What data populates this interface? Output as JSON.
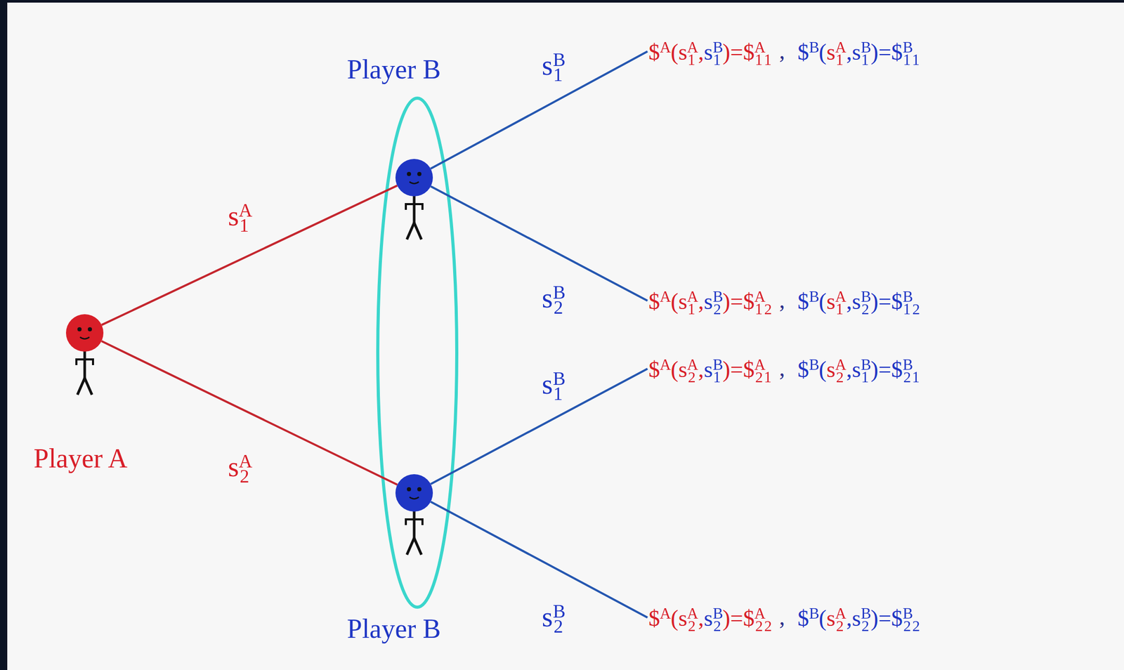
{
  "diagram": {
    "nodes": [
      {
        "text": [
          "Player A"
        ]
      },
      {
        "text": [
          "Player B"
        ]
      },
      {
        "text": [
          "Player B"
        ]
      },
      {
        "text": [
          "$ᴬ(s₁ᴬ,s₁ᴮ)=$ᴬ₁₁",
          ",",
          "$ᴮ(s₁ᴬ,s₁ᴮ)=$ᴮ₁₁"
        ]
      },
      {
        "text": [
          "$ᴬ(s₁ᴬ,s₂ᴮ)=$ᴬ₁₂",
          ",",
          "$ᴮ(s₁ᴬ,s₂ᴮ)=$ᴮ₁₂"
        ]
      },
      {
        "text": [
          "$ᴬ(s₂ᴬ,s₁ᴮ)=$ᴬ₂₁",
          ",",
          "$ᴮ(s₂ᴬ,s₁ᴮ)=$ᴮ₂₁"
        ]
      },
      {
        "text": [
          "$ᴬ(s₂ᴬ,s₂ᴮ)=$ᴬ₂₂",
          ",",
          "$ᴮ(s₂ᴬ,s₂ᴮ)=$ᴮ₂₂"
        ]
      }
    ],
    "edges": [
      {
        "from": 0,
        "to": 1,
        "arrow": "none",
        "label": "s₁ᴬ"
      },
      {
        "from": 0,
        "to": 2,
        "arrow": "none",
        "label": "s₂ᴬ"
      },
      {
        "from": 1,
        "to": 3,
        "arrow": "none",
        "label": "s₁ᴮ"
      },
      {
        "from": 1,
        "to": 4,
        "arrow": "none",
        "label": "s₂ᴮ"
      },
      {
        "from": 2,
        "to": 5,
        "arrow": "none",
        "label": "s₁ᴮ"
      },
      {
        "from": 2,
        "to": 6,
        "arrow": "none",
        "label": "s₂ᴮ"
      }
    ]
  }
}
